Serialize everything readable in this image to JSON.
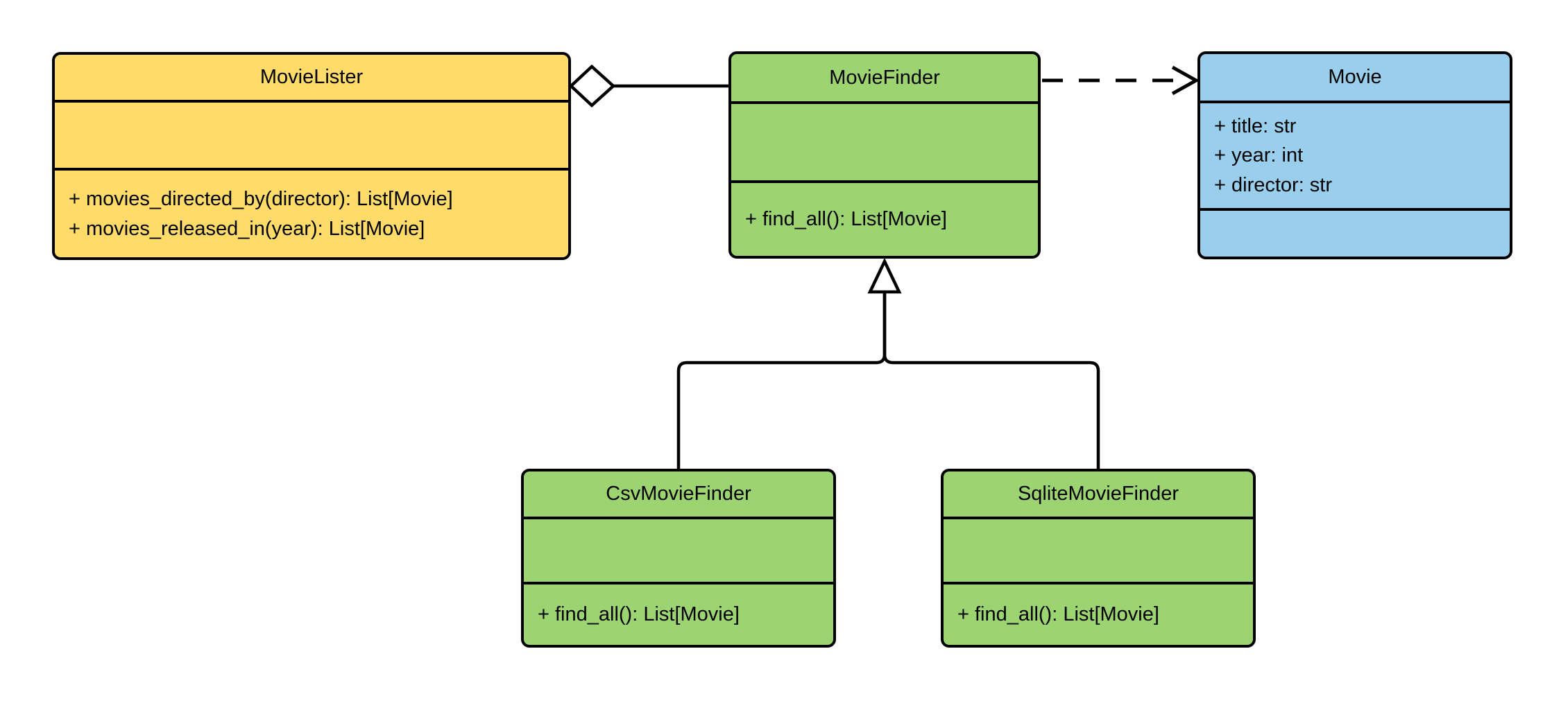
{
  "diagram": {
    "kind": "uml-class-diagram",
    "background": "#ffffff",
    "stroke": "#000000",
    "classes": {
      "movie_lister": {
        "name": "MovieLister",
        "fill": "#FFDB69",
        "attributes": [],
        "methods": [
          "+ movies_directed_by(director): List[Movie]",
          "+ movies_released_in(year): List[Movie]"
        ]
      },
      "movie_finder": {
        "name": "MovieFinder",
        "fill": "#9BD470",
        "attributes": [],
        "methods": [
          "+ find_all(): List[Movie]"
        ]
      },
      "movie": {
        "name": "Movie",
        "fill": "#99CFED",
        "attributes": [
          "+ title: str",
          "+ year: int",
          "+ director: str"
        ],
        "methods": []
      },
      "csv_movie_finder": {
        "name": "CsvMovieFinder",
        "fill": "#9BD470",
        "attributes": [],
        "methods": [
          "+ find_all(): List[Movie]"
        ]
      },
      "sqlite_movie_finder": {
        "name": "SqliteMovieFinder",
        "fill": "#9BD470",
        "attributes": [],
        "methods": [
          "+ find_all(): List[Movie]"
        ]
      }
    },
    "relationships": [
      {
        "type": "aggregation",
        "from": "MovieLister",
        "to": "MovieFinder"
      },
      {
        "type": "dependency",
        "from": "MovieFinder",
        "to": "Movie"
      },
      {
        "type": "inheritance",
        "from": "CsvMovieFinder",
        "to": "MovieFinder"
      },
      {
        "type": "inheritance",
        "from": "SqliteMovieFinder",
        "to": "MovieFinder"
      }
    ]
  }
}
